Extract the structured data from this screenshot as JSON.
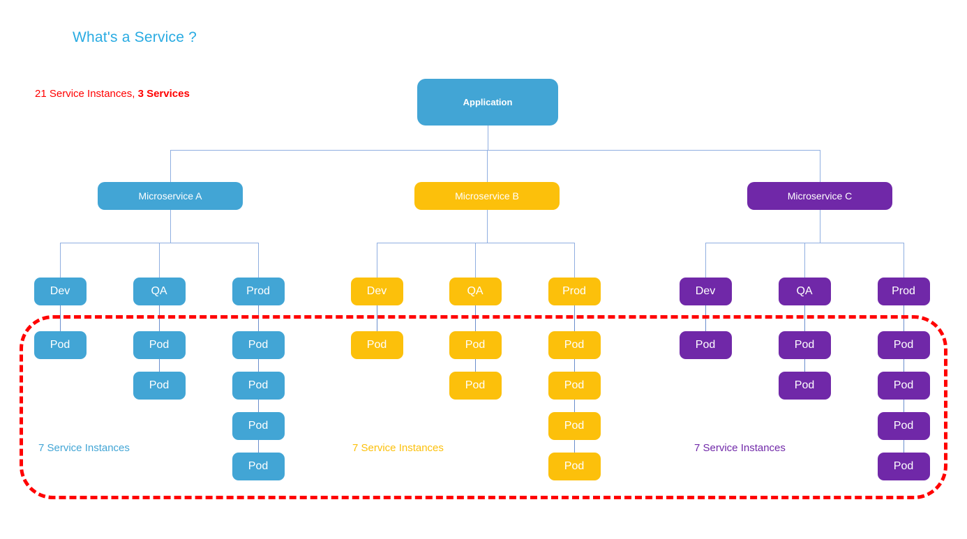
{
  "page": {
    "title": "What's a Service ?",
    "summary_prefix": "21 Service Instances, ",
    "summary_bold": "3 Services",
    "background": "#ffffff"
  },
  "colors": {
    "blue": "#42A5D5",
    "amber": "#FCC00B",
    "purple": "#7028A8",
    "red": "#FF0000",
    "title_blue": "#29ABE2",
    "connector": "#6A8ECD"
  },
  "root": {
    "label": "Application",
    "color": "#42A5D5"
  },
  "boundary": {
    "name": "service-boundary",
    "color": "#FF0000",
    "style": "dashed"
  },
  "services": [
    {
      "id": "a",
      "label": "Microservice A",
      "color": "#42A5D5",
      "instances_label": "7 Service Instances",
      "environments": [
        {
          "label": "Dev",
          "pods": [
            "Pod"
          ]
        },
        {
          "label": "QA",
          "pods": [
            "Pod",
            "Pod"
          ]
        },
        {
          "label": "Prod",
          "pods": [
            "Pod",
            "Pod",
            "Pod",
            "Pod"
          ]
        }
      ]
    },
    {
      "id": "b",
      "label": "Microservice B",
      "color": "#FCC00B",
      "instances_label": "7 Service Instances",
      "environments": [
        {
          "label": "Dev",
          "pods": [
            "Pod"
          ]
        },
        {
          "label": "QA",
          "pods": [
            "Pod",
            "Pod"
          ]
        },
        {
          "label": "Prod",
          "pods": [
            "Pod",
            "Pod",
            "Pod",
            "Pod"
          ]
        }
      ]
    },
    {
      "id": "c",
      "label": "Microservice C",
      "color": "#7028A8",
      "instances_label": "7 Service Instances",
      "environments": [
        {
          "label": "Dev",
          "pods": [
            "Pod"
          ]
        },
        {
          "label": "QA",
          "pods": [
            "Pod",
            "Pod"
          ]
        },
        {
          "label": "Prod",
          "pods": [
            "Pod",
            "Pod",
            "Pod",
            "Pod"
          ]
        }
      ]
    }
  ]
}
